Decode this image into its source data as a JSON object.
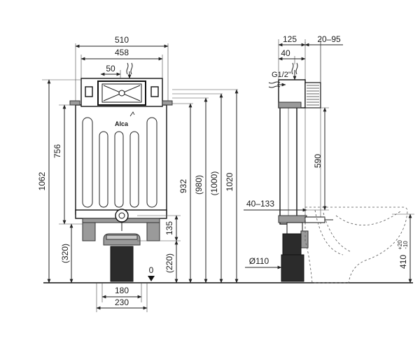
{
  "front_view": {
    "dim_top_width": "510",
    "dim_inner_width": "458",
    "dim_inlet_offset": "50",
    "dim_total_height": "1062",
    "dim_frame_height": "756",
    "dim_mount_932": "932",
    "dim_mount_980": "(980)",
    "dim_mount_1000": "(1000)",
    "dim_mount_1020": "1020",
    "dim_foot_320": "(320)",
    "dim_drain_135": "135",
    "dim_drain_220": "(220)",
    "dim_floor_zero": "0",
    "dim_bolt_spacing": "180",
    "dim_bottom_width": "230",
    "logo_text": "Alca"
  },
  "side_view": {
    "dim_depth_125": "125",
    "dim_depth_40": "40",
    "dim_wall_range": "20–95",
    "dim_inlet_thread": "G1/2\"",
    "dim_height_590": "590",
    "dim_offset_range": "40–133",
    "dim_pipe_diameter": "Ø110",
    "dim_bowl_height": "410",
    "dim_bowl_tol_plus": "+20",
    "dim_bowl_tol_minus": "-10"
  }
}
